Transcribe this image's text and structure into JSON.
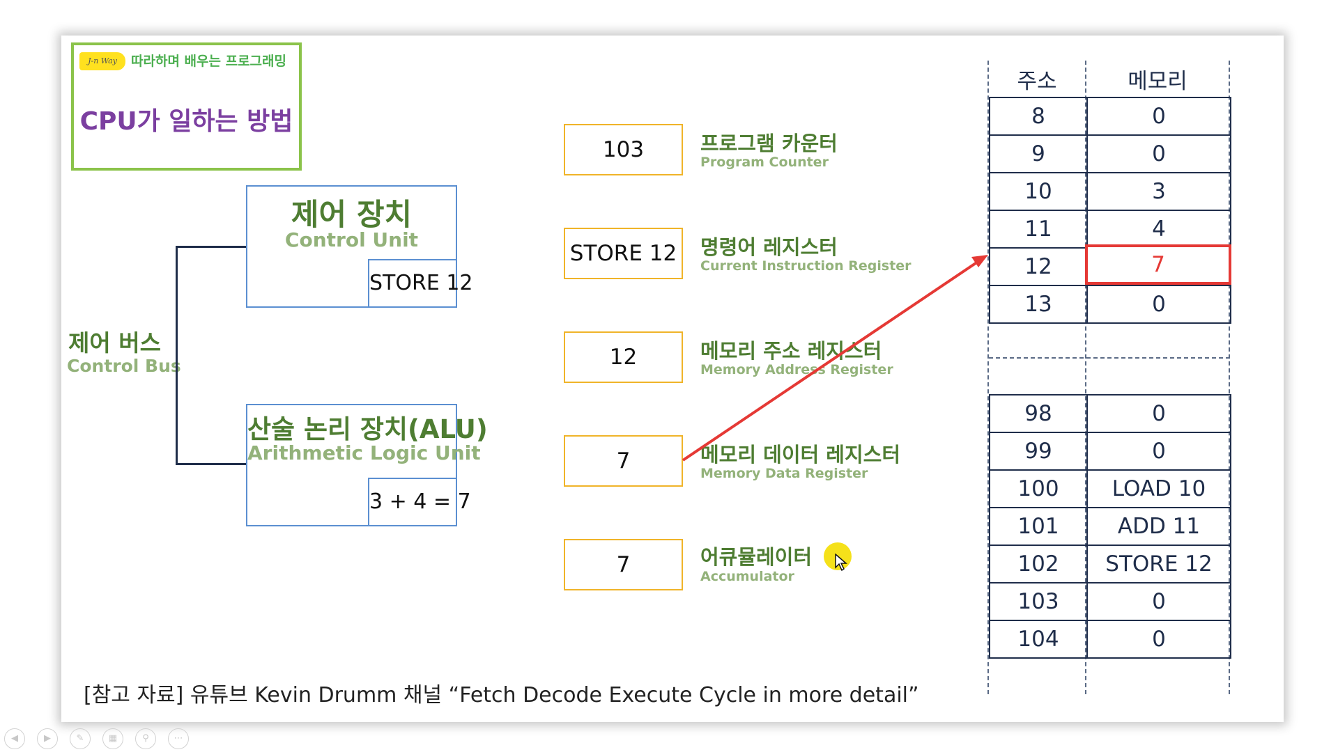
{
  "title_box": {
    "logo_text": "J-n Way",
    "subtitle": "따라하며 배우는 프로그래밍",
    "title": "CPU가 일하는 방법"
  },
  "control_bus": {
    "ko": "제어 버스",
    "en": "Control Bus"
  },
  "control_unit": {
    "ko": "제어 장치",
    "en": "Control Unit",
    "content": "STORE 12"
  },
  "alu": {
    "ko": "산술 논리 장치(ALU)",
    "en": "Arithmetic Logic Unit",
    "content": "3 + 4 = 7"
  },
  "registers": [
    {
      "value": "103",
      "ko": "프로그램 카운터",
      "en": "Program Counter"
    },
    {
      "value": "STORE 12",
      "ko": "명령어 레지스터",
      "en": "Current Instruction Register"
    },
    {
      "value": "12",
      "ko": "메모리 주소 레지스터",
      "en": "Memory Address Register"
    },
    {
      "value": "7",
      "ko": "메모리 데이터 레지스터",
      "en": "Memory Data Register"
    },
    {
      "value": "7",
      "ko": "어큐뮬레이터",
      "en": "Accumulator"
    }
  ],
  "memory": {
    "address_header": "주소",
    "memory_header": "메모리",
    "top_rows": [
      {
        "address": "8",
        "value": "0"
      },
      {
        "address": "9",
        "value": "0"
      },
      {
        "address": "10",
        "value": "3"
      },
      {
        "address": "11",
        "value": "4"
      },
      {
        "address": "12",
        "value": "7"
      },
      {
        "address": "13",
        "value": "0"
      }
    ],
    "bottom_rows": [
      {
        "address": "98",
        "value": "0"
      },
      {
        "address": "99",
        "value": "0"
      },
      {
        "address": "100",
        "value": "LOAD 10"
      },
      {
        "address": "101",
        "value": "ADD 11"
      },
      {
        "address": "102",
        "value": "STORE 12"
      },
      {
        "address": "103",
        "value": "0"
      },
      {
        "address": "104",
        "value": "0"
      }
    ],
    "highlighted_value": "7",
    "highlight_color": "#e53935"
  },
  "reference": "[참고 자료] 유튜브 Kevin Drumm 채널 “Fetch Decode Execute Cycle in more detail”",
  "toolbar": {
    "buttons": [
      "previous-icon",
      "next-icon",
      "pen-icon",
      "slides-icon",
      "zoom-icon",
      "more-icon"
    ]
  },
  "colors": {
    "arrow": "#e53935",
    "title_border": "#8bc34a",
    "unit_border": "#5b8fd1",
    "register_border": "#f0b429",
    "table_line": "#1f2d4a"
  }
}
